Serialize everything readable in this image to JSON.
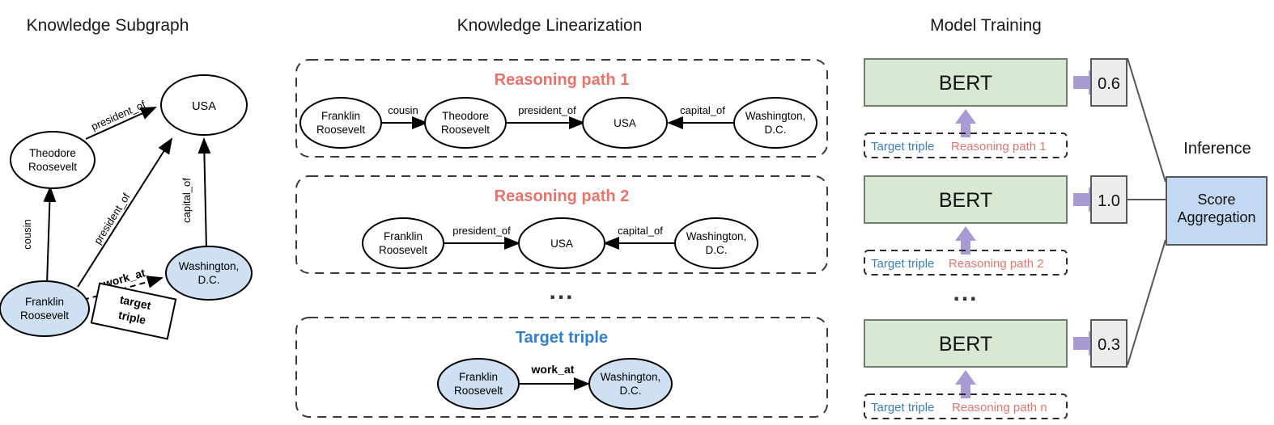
{
  "columns": {
    "left_title": "Knowledge Subgraph",
    "middle_title": "Knowledge Linearization",
    "right_title": "Model Training",
    "inference_title": "Inference"
  },
  "colors": {
    "entity_highlight_fill": "#cfe0f3",
    "entity_plain_fill": "#ffffff",
    "bert_fill": "#d9e8d2",
    "score_fill": "#ececec",
    "aggregation_fill": "#c3d8f2",
    "reasoning_path_text": "#e8736b",
    "target_triple_text": "#2f7fd1",
    "arrow_purple": "#a99ad4"
  },
  "subgraph": {
    "nodes": [
      {
        "id": "usa",
        "label_1": "USA",
        "label_2": "",
        "highlight": false
      },
      {
        "id": "theodore",
        "label_1": "Theodore",
        "label_2": "Roosevelt",
        "highlight": false
      },
      {
        "id": "franklin",
        "label_1": "Franklin",
        "label_2": "Roosevelt",
        "highlight": true
      },
      {
        "id": "washington",
        "label_1": "Washington,",
        "label_2": "D.C.",
        "highlight": true
      }
    ],
    "edges": [
      {
        "label": "president_of",
        "from": "theodore",
        "to": "usa",
        "style": "solid"
      },
      {
        "label": "president_of",
        "from": "franklin",
        "to": "usa",
        "style": "solid"
      },
      {
        "label": "cousin",
        "from": "franklin",
        "to": "theodore",
        "style": "solid"
      },
      {
        "label": "capital_of",
        "from": "washington",
        "to": "usa",
        "style": "solid"
      },
      {
        "label": "work_at",
        "from": "franklin",
        "to": "washington",
        "style": "dashed"
      }
    ],
    "annotation_box": {
      "line_1": "target",
      "line_2": "triple"
    }
  },
  "linearization": {
    "blocks": [
      {
        "id": "path1",
        "title": "Reasoning path 1",
        "title_kind": "reasoning",
        "nodes": [
          {
            "label_1": "Franklin",
            "label_2": "Roosevelt",
            "highlight": false
          },
          {
            "label_1": "Theodore",
            "label_2": "Roosevelt",
            "highlight": false
          },
          {
            "label_1": "USA",
            "label_2": "",
            "highlight": false
          },
          {
            "label_1": "Washington,",
            "label_2": "D.C.",
            "highlight": false
          }
        ],
        "edges": [
          {
            "label": "cousin",
            "direction": "right"
          },
          {
            "label": "president_of",
            "direction": "right"
          },
          {
            "label": "capital_of",
            "direction": "left"
          }
        ]
      },
      {
        "id": "path2",
        "title": "Reasoning path 2",
        "title_kind": "reasoning",
        "nodes": [
          {
            "label_1": "Franklin",
            "label_2": "Roosevelt",
            "highlight": false
          },
          {
            "label_1": "USA",
            "label_2": "",
            "highlight": false
          },
          {
            "label_1": "Washington,",
            "label_2": "D.C.",
            "highlight": false
          }
        ],
        "edges": [
          {
            "label": "president_of",
            "direction": "right"
          },
          {
            "label": "capital_of",
            "direction": "left"
          }
        ]
      },
      {
        "id": "target",
        "title": "Target triple",
        "title_kind": "target",
        "nodes": [
          {
            "label_1": "Franklin",
            "label_2": "Roosevelt",
            "highlight": true
          },
          {
            "label_1": "Washington,",
            "label_2": "D.C.",
            "highlight": true
          }
        ],
        "edges": [
          {
            "label": "work_at",
            "direction": "right"
          }
        ]
      }
    ],
    "ellipsis": "..."
  },
  "training": {
    "rows": [
      {
        "model_label": "BERT",
        "score": "0.6",
        "input_target": "Target triple",
        "input_path": "Reasoning path 1"
      },
      {
        "model_label": "BERT",
        "score": "1.0",
        "input_target": "Target triple",
        "input_path": "Reasoning path 2"
      },
      {
        "model_label": "BERT",
        "score": "0.3",
        "input_target": "Target triple",
        "input_path": "Reasoning path n"
      }
    ],
    "ellipsis": "...",
    "aggregation": {
      "line_1": "Score",
      "line_2": "Aggregation"
    }
  }
}
